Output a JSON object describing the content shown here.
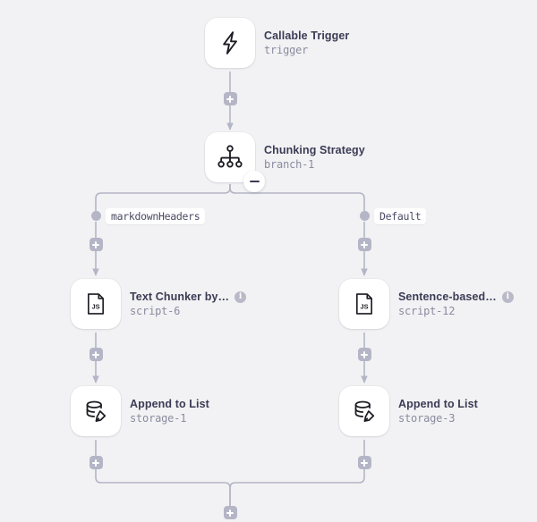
{
  "canvas": {
    "background_color": "#f2f2f4",
    "edge_color": "#b4b5c6",
    "title_color": "#3b3b55",
    "subtitle_color": "#8b8ba0"
  },
  "nodes": [
    {
      "id": "trigger",
      "icon": "lightning-bolt-icon",
      "title": "Callable Trigger",
      "subtitle": "trigger",
      "has_info": false,
      "has_collapse": false
    },
    {
      "id": "branch",
      "icon": "branch-hierarchy-icon",
      "title": "Chunking Strategy",
      "subtitle": "branch-1",
      "has_info": false,
      "has_collapse": true,
      "collapse_label": "−"
    },
    {
      "id": "script-left",
      "icon": "js-file-icon",
      "title": "Text Chunker by…",
      "subtitle": "script-6",
      "has_info": true,
      "info_label": "i",
      "has_collapse": false
    },
    {
      "id": "script-right",
      "icon": "js-file-icon",
      "title": "Sentence-based…",
      "subtitle": "script-12",
      "has_info": true,
      "info_label": "i",
      "has_collapse": false
    },
    {
      "id": "storage-left",
      "icon": "database-edit-icon",
      "title": "Append to List",
      "subtitle": "storage-1",
      "has_info": false,
      "has_collapse": false
    },
    {
      "id": "storage-right",
      "icon": "database-edit-icon",
      "title": "Append to List",
      "subtitle": "storage-3",
      "has_info": false,
      "has_collapse": false
    }
  ],
  "branches": [
    {
      "id": "branch-left",
      "label": "markdownHeaders"
    },
    {
      "id": "branch-right",
      "label": "Default"
    }
  ],
  "add_buttons": [
    {
      "id": "add-trigger-to-branch"
    },
    {
      "id": "add-branch-left-to-script"
    },
    {
      "id": "add-branch-right-to-script"
    },
    {
      "id": "add-script-left-to-storage"
    },
    {
      "id": "add-script-right-to-storage"
    },
    {
      "id": "add-storage-left-out"
    },
    {
      "id": "add-storage-right-out"
    },
    {
      "id": "add-merge-out"
    }
  ]
}
